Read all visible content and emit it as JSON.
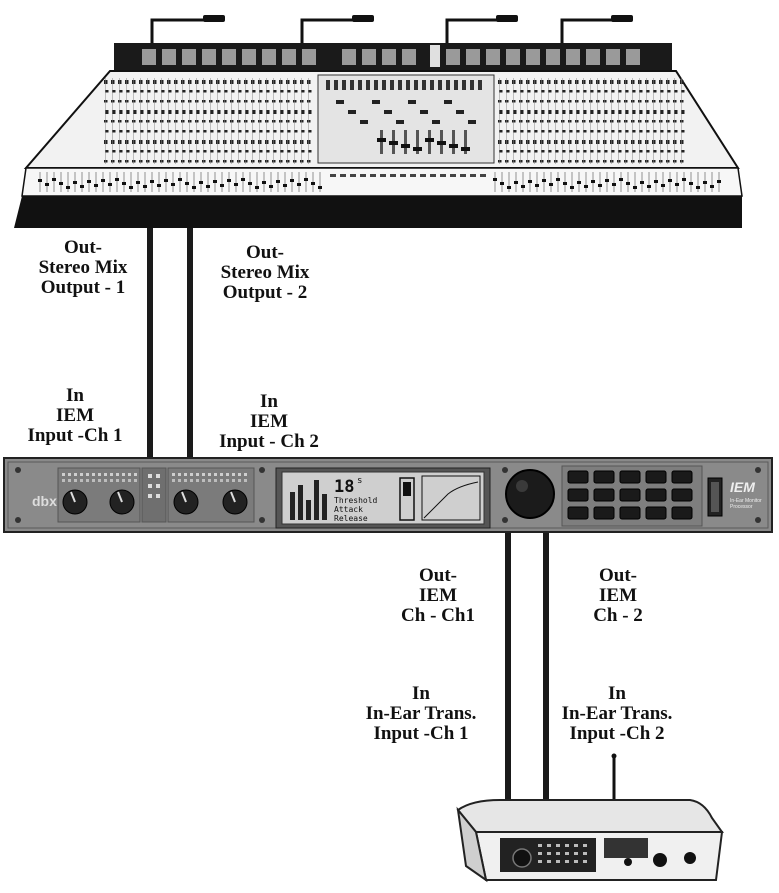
{
  "labels": {
    "mix_out_1": {
      "l1": "Out-",
      "l2": "Stereo Mix",
      "l3": "Output - 1"
    },
    "mix_out_2": {
      "l1": "Out-",
      "l2": "Stereo Mix",
      "l3": "Output - 2"
    },
    "iem_in_1": {
      "l1": "In",
      "l2": "IEM",
      "l3": "Input -Ch 1"
    },
    "iem_in_2": {
      "l1": "In",
      "l2": "IEM",
      "l3": "Input - Ch 2"
    },
    "iem_out_1": {
      "l1": "Out-",
      "l2": "IEM",
      "l3": "Ch - Ch1"
    },
    "iem_out_2": {
      "l1": "Out-",
      "l2": "IEM",
      "l3": "Ch - 2"
    },
    "trans_in_1": {
      "l1": "In",
      "l2": "In-Ear Trans.",
      "l3": "Input -Ch 1"
    },
    "trans_in_2": {
      "l1": "In",
      "l2": "In-Ear Trans.",
      "l3": "Input -Ch 2"
    }
  },
  "processor": {
    "brand": "dbx",
    "logo": "IEM",
    "logo_sub1": "In-Ear Monitor",
    "logo_sub2": "Processor",
    "display_value": "18",
    "display_unit": "s",
    "param_1": "Threshold",
    "param_2": "Attack",
    "param_3": "Release"
  },
  "colors": {
    "ink": "#111111",
    "panel_gray": "#8a8a8a",
    "console_white": "#f2f2f2",
    "display_gray": "#cfcfcf"
  }
}
